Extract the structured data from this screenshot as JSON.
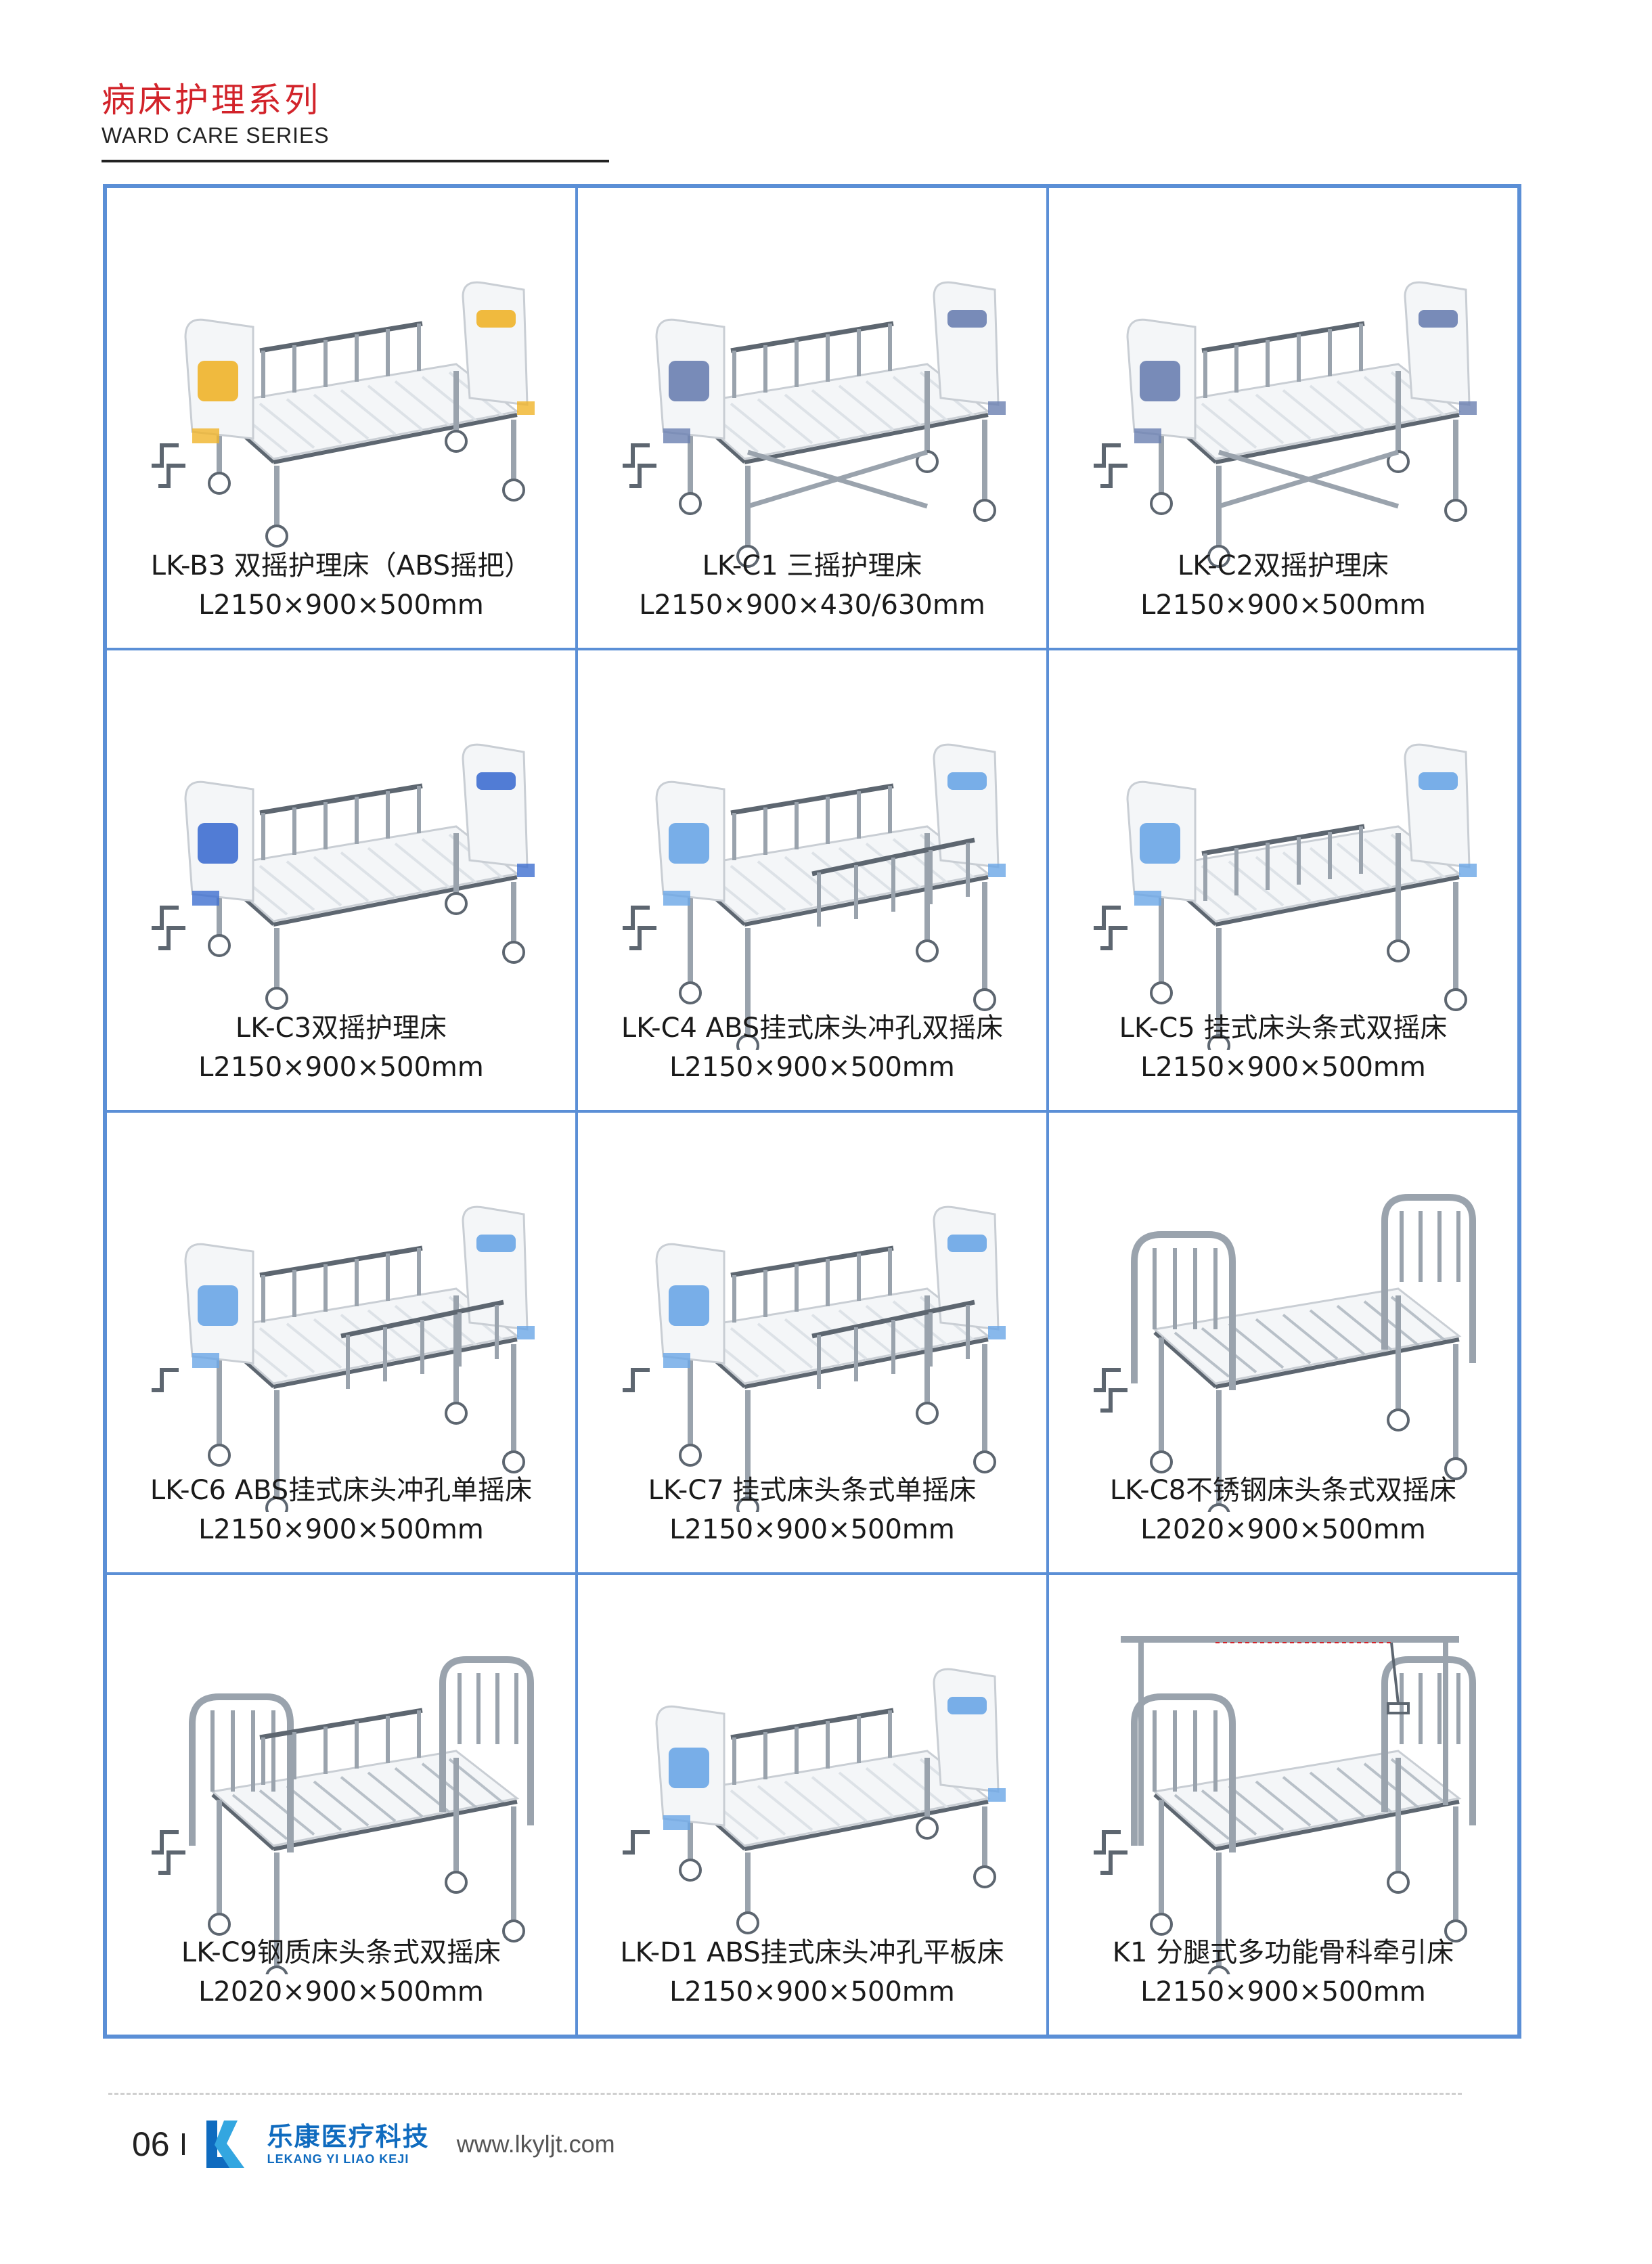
{
  "header": {
    "title_cn": "病床护理系列",
    "title_en": "WARD CARE SERIES"
  },
  "colors": {
    "title": "#d2232a",
    "grid_border": "#5b8fd6",
    "brand": "#0f6bbf",
    "panel_blue": "#6aa6e6",
    "accent_yellow": "#f0b429"
  },
  "products": [
    {
      "name": "LK-B3 双摇护理床（ABS摇把）",
      "dims": "L2150×900×500mm",
      "style": "abs",
      "accent": "#f0b429",
      "rails": "side",
      "legs": "short"
    },
    {
      "name": "LK-C1 三摇护理床",
      "dims": "L2150×900×430/630mm",
      "style": "abs",
      "accent": "#6a7fb0",
      "rails": "side",
      "legs": "lift"
    },
    {
      "name": "LK-C2双摇护理床",
      "dims": "L2150×900×500mm",
      "style": "abs",
      "accent": "#6a7fb0",
      "rails": "side",
      "legs": "lift"
    },
    {
      "name": "LK-C3双摇护理床",
      "dims": "L2150×900×500mm",
      "style": "abs",
      "accent": "#3f6fd0",
      "rails": "side",
      "legs": "short"
    },
    {
      "name": "LK-C4 ABS挂式床头冲孔双摇床",
      "dims": "L2150×900×500mm",
      "style": "abs",
      "accent": "#6aa6e6",
      "rails": "folding",
      "legs": "long"
    },
    {
      "name": "LK-C5 挂式床头条式双摇床",
      "dims": "L2150×900×500mm",
      "style": "abs",
      "accent": "#6aa6e6",
      "rails": "low",
      "legs": "long"
    },
    {
      "name": "LK-C6 ABS挂式床头冲孔单摇床",
      "dims": "L2150×900×500mm",
      "style": "abs",
      "accent": "#6aa6e6",
      "rails": "folding",
      "legs": "long"
    },
    {
      "name": "LK-C7 挂式床头条式单摇床",
      "dims": "L2150×900×500mm",
      "style": "abs",
      "accent": "#6aa6e6",
      "rails": "folding",
      "legs": "long"
    },
    {
      "name": "LK-C8不锈钢床头条式双摇床",
      "dims": "L2020×900×500mm",
      "style": "steel",
      "accent": "#999999",
      "rails": "none",
      "legs": "steel"
    },
    {
      "name": "LK-C9钢质床头条式双摇床",
      "dims": "L2020×900×500mm",
      "style": "steel",
      "accent": "#bbbbbb",
      "rails": "side",
      "legs": "steel"
    },
    {
      "name": "LK-D1 ABS挂式床头冲孔平板床",
      "dims": "L2150×900×500mm",
      "style": "abs",
      "accent": "#6aa6e6",
      "rails": "side",
      "legs": "short"
    },
    {
      "name": "K1 分腿式多功能骨科牵引床",
      "dims": "L2150×900×500mm",
      "style": "traction",
      "accent": "#6aa6e6",
      "rails": "none",
      "legs": "steel"
    }
  ],
  "footer": {
    "page_number": "06",
    "brand_cn": "乐康医疗科技",
    "brand_en": "LEKANG YI LIAO KEJI",
    "logo_letters": "LK",
    "website": "www.lkyljt.com"
  }
}
